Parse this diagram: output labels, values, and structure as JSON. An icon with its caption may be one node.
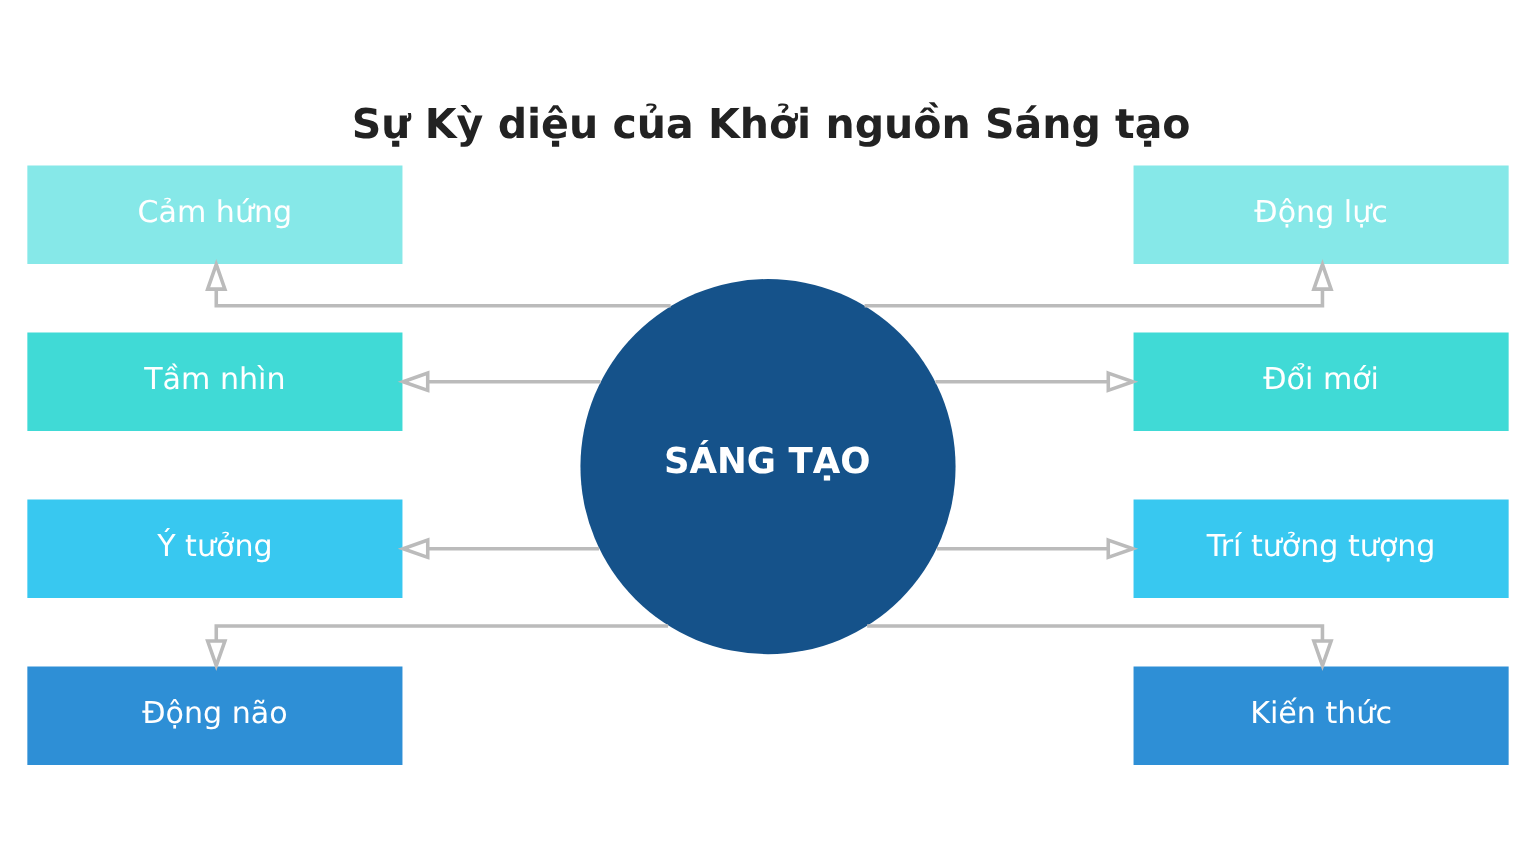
{
  "diagram": {
    "title": "Sự Kỳ diệu của Khởi nguồn Sáng tạo",
    "nodes": [
      {
        "text": [
          "SÁNG TẠO"
        ]
      },
      {
        "text": [
          "Cảm hứng"
        ]
      },
      {
        "text": [
          "Tầm nhìn"
        ]
      },
      {
        "text": [
          "Ý tưởng"
        ]
      },
      {
        "text": [
          "Động não"
        ]
      },
      {
        "text": [
          "Động lực"
        ]
      },
      {
        "text": [
          "Đổi mới"
        ]
      },
      {
        "text": [
          "Trí tưởng tượng"
        ]
      },
      {
        "text": [
          "Kiến thức"
        ]
      }
    ],
    "edges": [
      {
        "from": 0,
        "to": 1,
        "arrow": "to"
      },
      {
        "from": 0,
        "to": 2,
        "arrow": "to"
      },
      {
        "from": 0,
        "to": 3,
        "arrow": "to"
      },
      {
        "from": 0,
        "to": 4,
        "arrow": "to"
      },
      {
        "from": 0,
        "to": 5,
        "arrow": "to"
      },
      {
        "from": 0,
        "to": 6,
        "arrow": "to"
      },
      {
        "from": 0,
        "to": 7,
        "arrow": "to"
      },
      {
        "from": 0,
        "to": 8,
        "arrow": "to"
      }
    ]
  }
}
